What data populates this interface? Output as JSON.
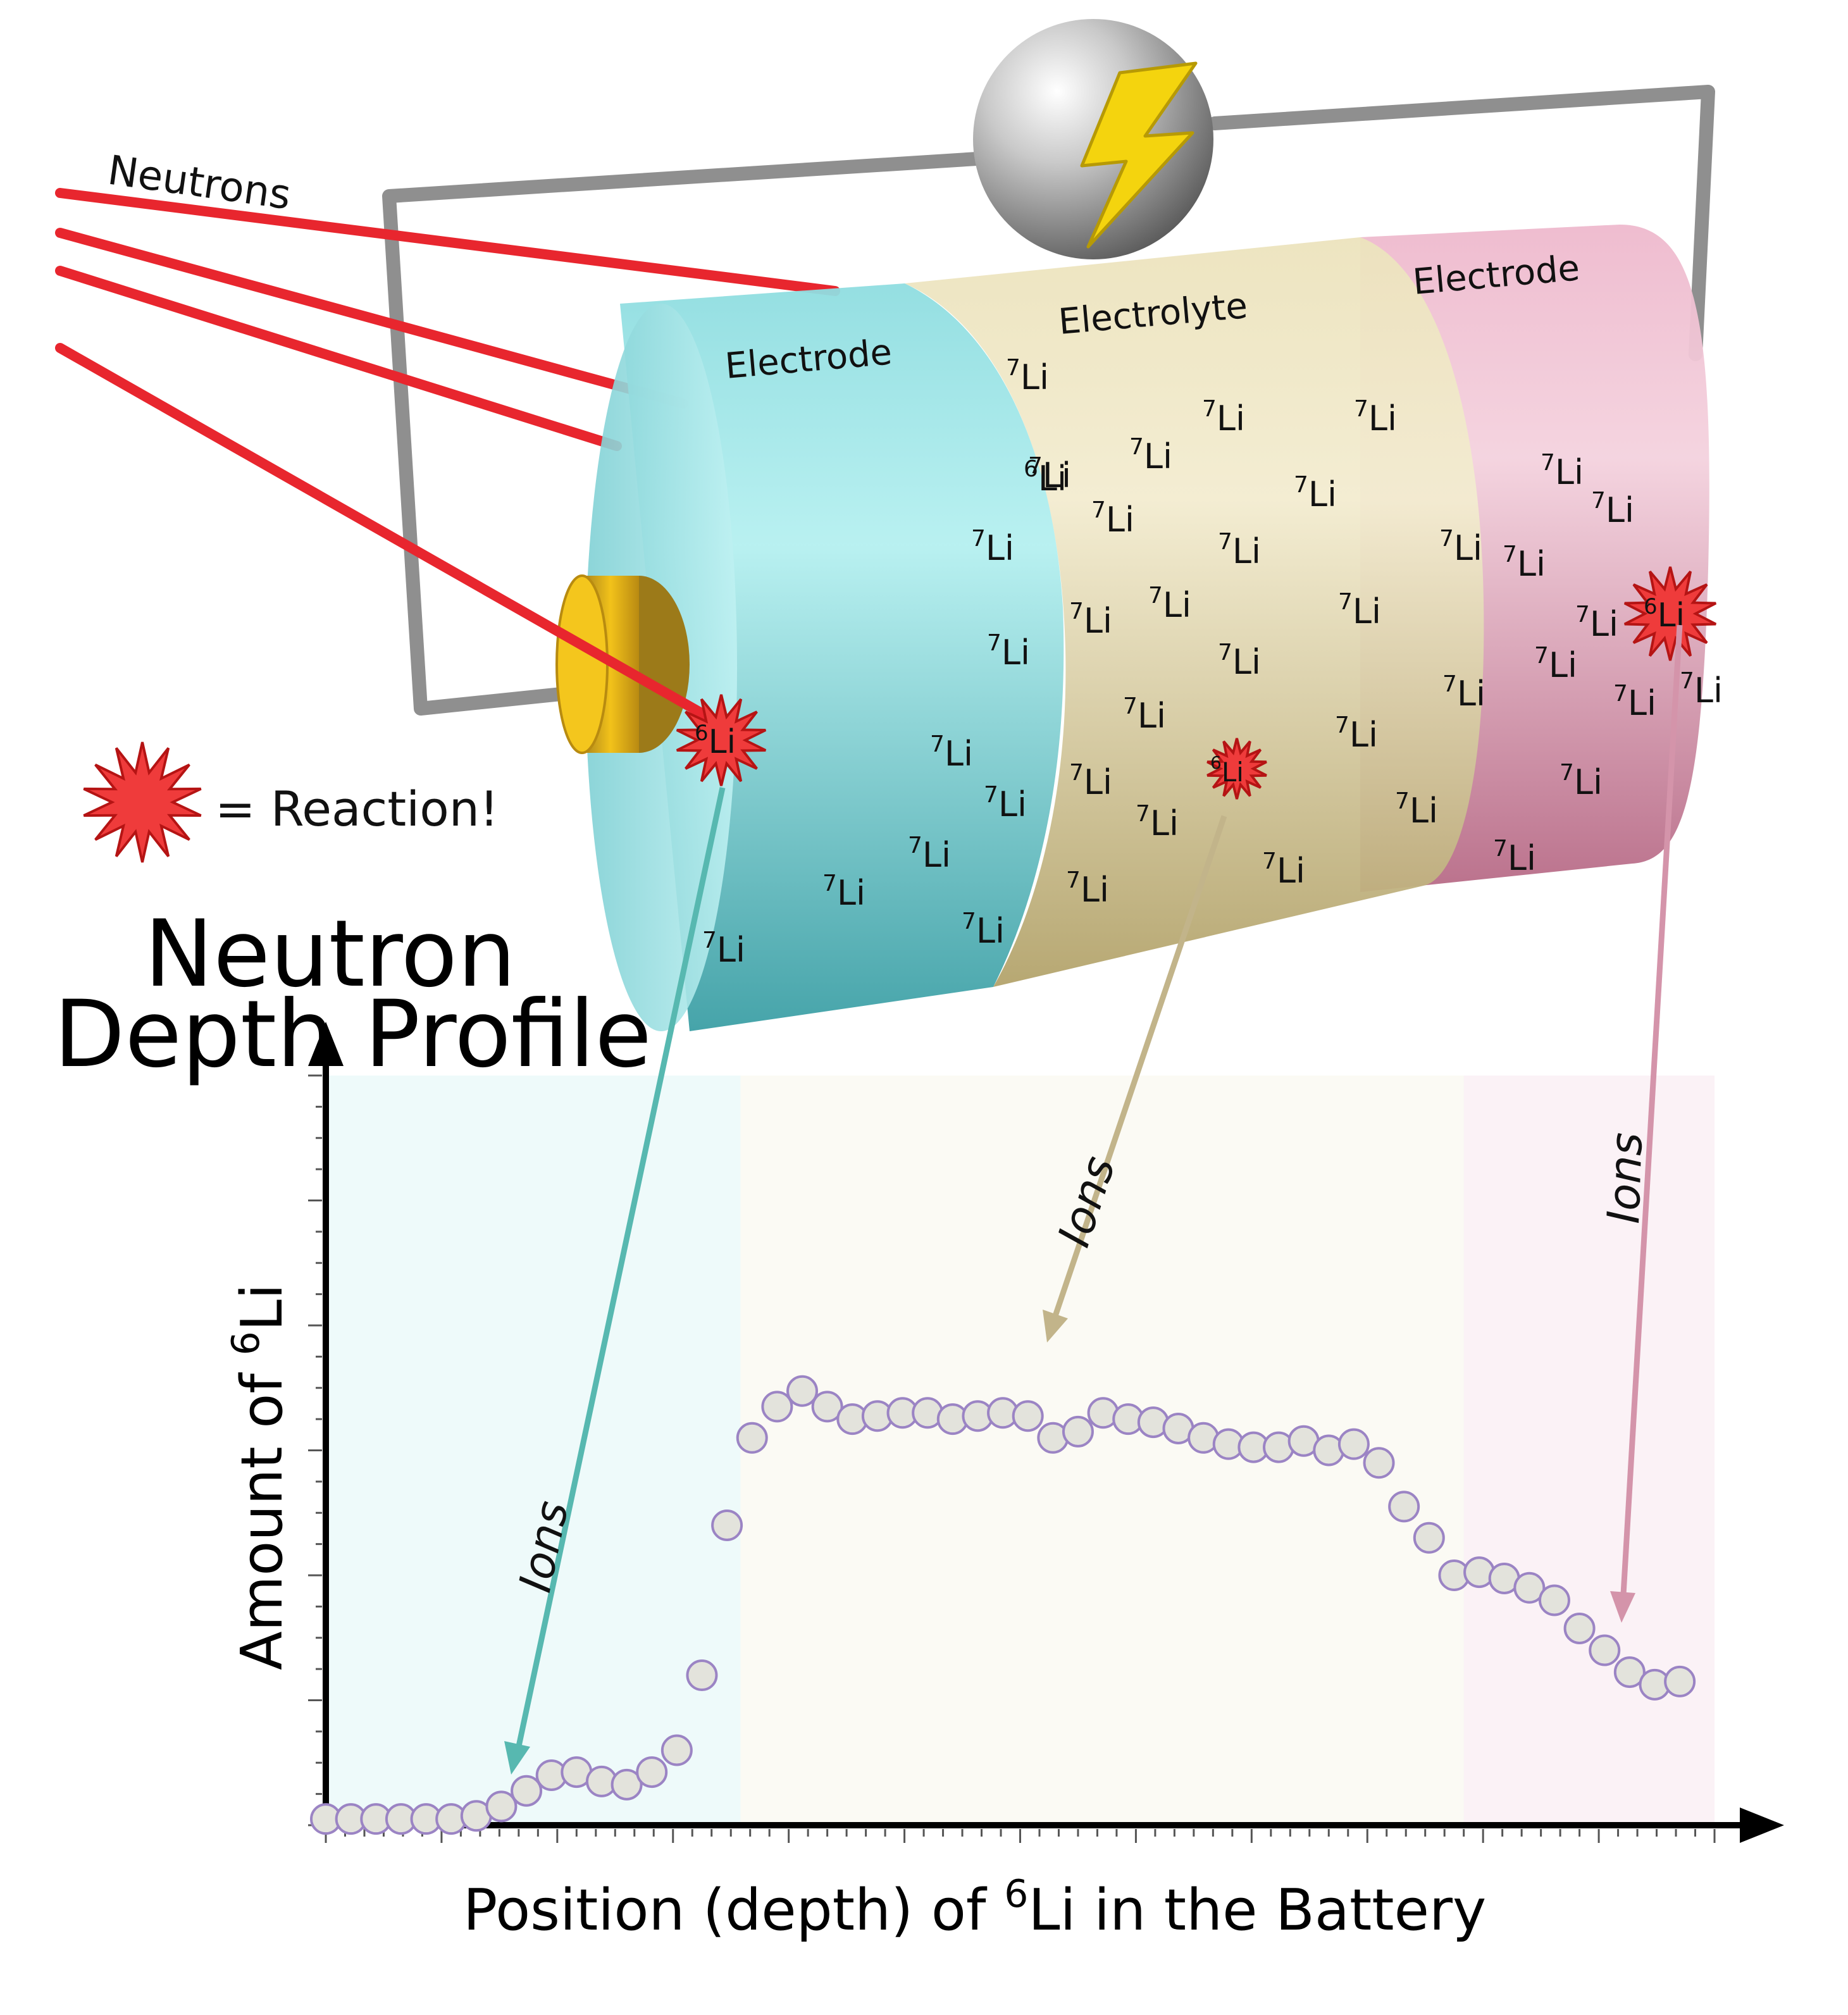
{
  "labels": {
    "neutrons": "Neutrons",
    "electrode_left": "Electrode",
    "electrolyte": "Electrolyte",
    "electrode_right": "Electrode",
    "reaction_legend": "= Reaction!",
    "title_line1": "Neutron",
    "title_line2": "Depth Profile",
    "ions": "Ions",
    "isotope_7": "7",
    "isotope_6": "6",
    "element": "Li",
    "y_axis_prefix": "Amount of ",
    "x_axis_prefix": "Position (depth) of ",
    "x_axis_suffix": " in the Battery"
  },
  "colors": {
    "electrode_left": "#8ad9dc",
    "electrolyte": "#e6dcae",
    "electrode_right": "#e6a6bf",
    "neutron_beam": "#e8262e",
    "reaction_star": "#ef3b3b",
    "wire": "#9a9a9a",
    "terminal": "#d4a21c",
    "bolt": "#f4d40e",
    "marker_fill": "#e3e3dc",
    "marker_stroke": "#9b84c4",
    "arrow_left": "#57b8b0",
    "arrow_mid": "#c2b48a",
    "arrow_right": "#d494aa"
  },
  "chart_data": {
    "type": "scatter",
    "title": "Neutron Depth Profile",
    "xlabel": "Position (depth) of 6Li in the Battery",
    "ylabel": "Amount of 6Li",
    "xlim": [
      0,
      72
    ],
    "ylim": [
      0,
      12
    ],
    "regions": [
      {
        "name": "Electrode",
        "x": [
          0,
          21.5
        ],
        "color": "#8ad9dc"
      },
      {
        "name": "Electrolyte",
        "x": [
          21.5,
          59
        ],
        "color": "#e6dcae"
      },
      {
        "name": "Electrode",
        "x": [
          59,
          72
        ],
        "color": "#e6a6bf"
      }
    ],
    "x": [
      0,
      1.3,
      2.6,
      3.9,
      5.2,
      6.5,
      7.8,
      9.1,
      10.4,
      11.7,
      13,
      14.3,
      15.6,
      16.9,
      18.2,
      19.5,
      20.8,
      22.1,
      23.4,
      24.7,
      26,
      27.3,
      28.6,
      29.9,
      31.2,
      32.5,
      33.8,
      35.1,
      36.4,
      37.7,
      39,
      40.3,
      41.6,
      42.9,
      44.2,
      45.5,
      46.8,
      48.1,
      49.4,
      50.7,
      52,
      53.3,
      54.6,
      55.9,
      57.2,
      58.5,
      59.8,
      61.1,
      62.4,
      63.7,
      65,
      66.3,
      67.6,
      68.9,
      70.2
    ],
    "values": [
      0.1,
      0.1,
      0.1,
      0.1,
      0.1,
      0.1,
      0.15,
      0.3,
      0.55,
      0.8,
      0.85,
      0.7,
      0.65,
      0.85,
      1.2,
      2.4,
      4.8,
      6.2,
      6.7,
      6.95,
      6.7,
      6.5,
      6.55,
      6.6,
      6.6,
      6.5,
      6.55,
      6.6,
      6.55,
      6.2,
      6.3,
      6.6,
      6.5,
      6.45,
      6.35,
      6.2,
      6.1,
      6.05,
      6.05,
      6.15,
      6.0,
      6.1,
      5.8,
      5.1,
      4.6,
      4.0,
      4.05,
      3.95,
      3.8,
      3.6,
      3.15,
      2.8,
      2.45,
      2.25,
      2.3
    ]
  }
}
